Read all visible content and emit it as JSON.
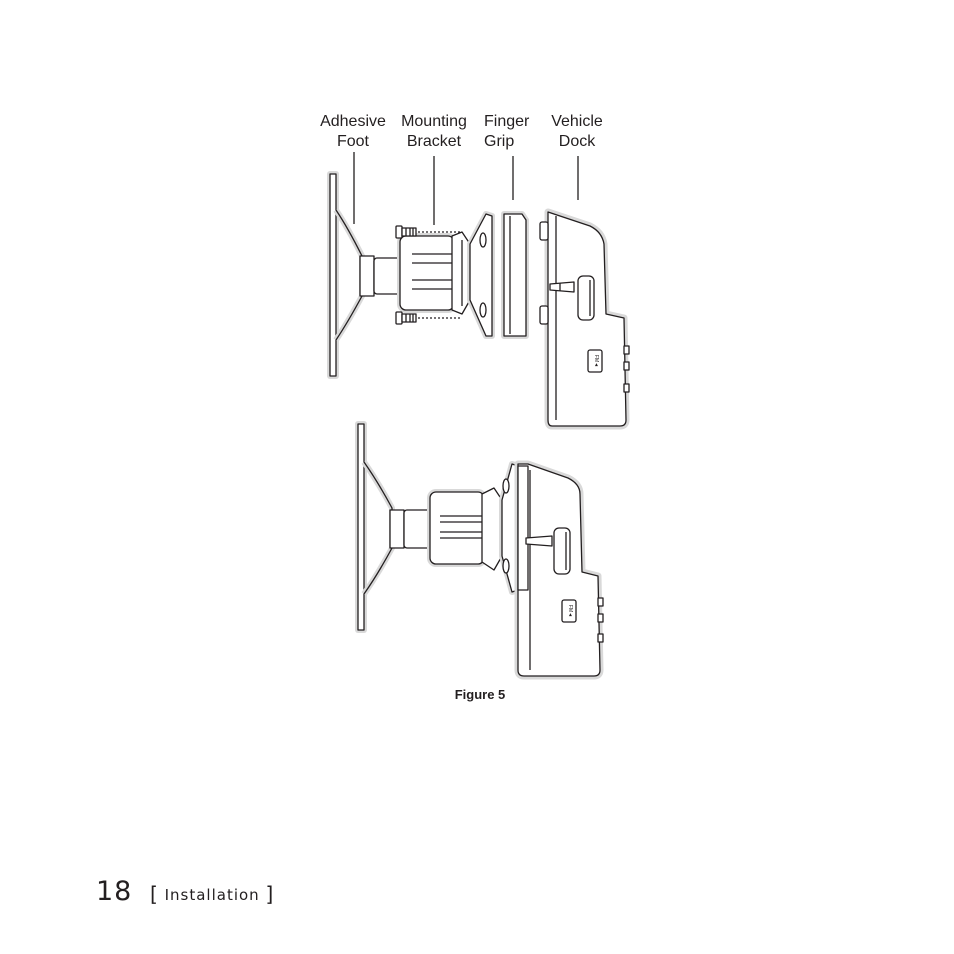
{
  "labels": {
    "adhesive_foot": [
      "Adhesive",
      "Foot"
    ],
    "mounting_bracket": [
      "Mounting",
      "Bracket"
    ],
    "finger_grip": [
      "Finger",
      "Grip"
    ],
    "vehicle_dock": [
      "Vehicle",
      "Dock"
    ]
  },
  "dock_button_text": "FM◄",
  "caption": "Figure 5",
  "footer": {
    "page_number": "18",
    "open_bracket": "[",
    "section": "Installation",
    "close_bracket": "]"
  },
  "colors": {
    "line": "#231f20",
    "halo": "#d9d9d9"
  }
}
